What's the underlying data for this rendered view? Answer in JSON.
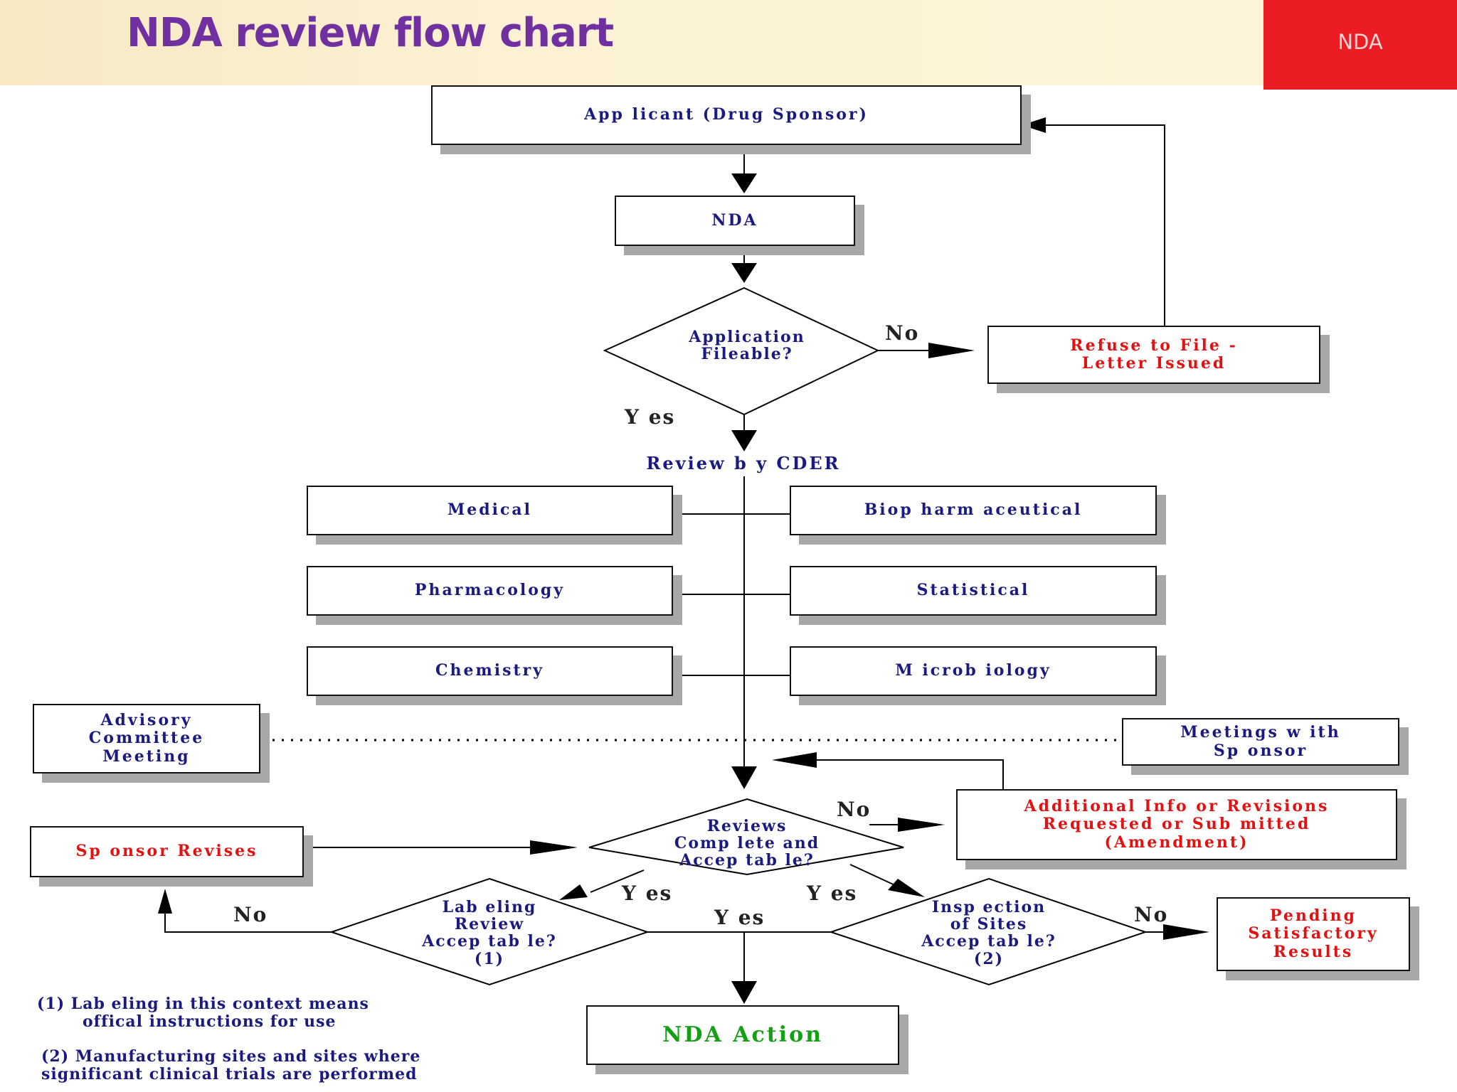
{
  "title": "NDA review flow chart",
  "badge": "NDA",
  "nodes": {
    "applicant": "App licant (Drug Sponsor)",
    "nda": "NDA",
    "fileable": [
      "Application",
      "Fileable?"
    ],
    "refuse": [
      "Refuse to File -",
      "Letter Issued"
    ],
    "review_by_cder": "Review b y CDER",
    "medical": "Medical",
    "biopharm": "Biop harm aceutical",
    "pharmacology": "Pharmacology",
    "statistical": "Statistical",
    "chemistry": "Chemistry",
    "microbiology": "M icrob iology",
    "advisory": [
      "Advisory",
      "Committee",
      "Meeting"
    ],
    "meetings": [
      "Meetings w ith",
      "Sp onsor"
    ],
    "reviews_complete": [
      "Reviews",
      "Comp lete and",
      "Accep tab le?"
    ],
    "additional_info": [
      "Additional Info or Revisions",
      "Requested or Sub mitted",
      "(Amendment)"
    ],
    "sponsor_revises": "Sp onsor Revises",
    "labeling": [
      "Lab eling",
      "Review",
      "Accep tab le?",
      "(1)"
    ],
    "inspection": [
      "Insp ection",
      "of Sites",
      "Accep tab le?",
      "(2)"
    ],
    "pending": [
      "Pending",
      "Satisfactory",
      "Results"
    ],
    "nda_action": "NDA Action"
  },
  "edge_labels": {
    "no_fileable": "No",
    "yes_fileable": "Y es",
    "no_reviews": "No",
    "yes_labeling": "Y es",
    "yes_inspection": "Y es",
    "yes_action": "Y es",
    "no_labeling": "No",
    "no_inspection": "No"
  },
  "notes": {
    "note1_line1": "(1) Lab eling in this context means",
    "note1_line2": "offical instructions for use",
    "note2_line1": "(2) Manufacturing sites and sites where",
    "note2_line2": "significant clinical trials are performed"
  },
  "colors": {
    "title": "#7030a0",
    "badge": "#ec1c24",
    "navy_text": "#1a1a80",
    "red_text": "#e21212",
    "green_text": "#14a014"
  }
}
